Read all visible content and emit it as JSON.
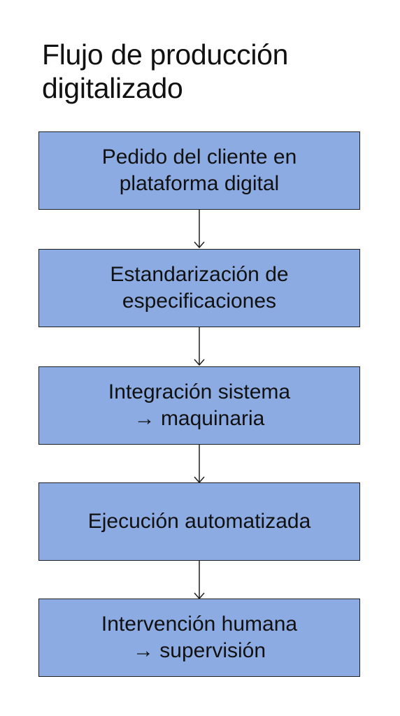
{
  "title": "Flujo de producción digitalizado",
  "steps": [
    {
      "label": "Pedido del cliente en\nplataforma digital"
    },
    {
      "label": "Estandarización de\nespecificaciones"
    },
    {
      "label": "Integración sistema\n→ maquinaria"
    },
    {
      "label": "Ejecución automatizada"
    },
    {
      "label": "Intervención humana\n→ supervisión"
    }
  ],
  "colors": {
    "box_fill": "#8dabe3",
    "box_border": "#1f1f1f",
    "arrow": "#1f1f1f",
    "text": "#111111"
  }
}
